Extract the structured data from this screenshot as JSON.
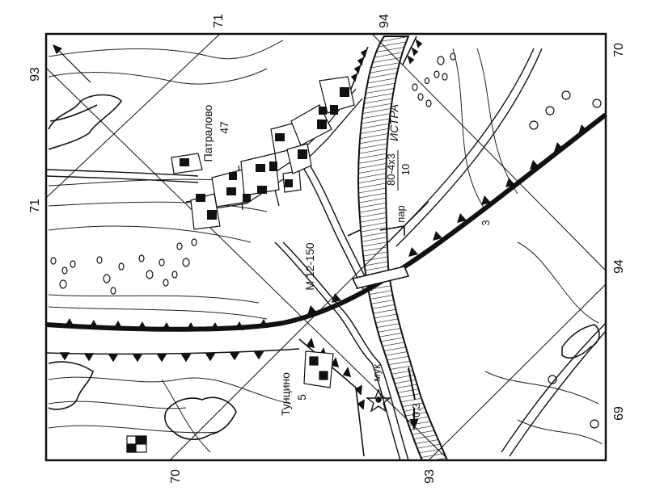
{
  "map": {
    "grid_labels": {
      "top_left_93": "93",
      "top_71": "71",
      "top_94": "94",
      "top_right_70": "70",
      "left_71": "71",
      "bottom_70": "70",
      "bottom_93": "93",
      "right_94": "94",
      "bottom_right_69": "69"
    },
    "labels": {
      "village_north": "Патралово",
      "village_north_houses": "47",
      "village_south": "Тунцино",
      "village_south_houses": "5",
      "road": "М 12-150",
      "river": "ИСТРА",
      "ferry": "пар",
      "ferry_spec": "80-4х3",
      "ferry_capacity": "10",
      "railway_tracks": "3",
      "mill": "мук.",
      "current_speed": "0,3"
    },
    "colors": {
      "ink": "#111111",
      "paper": "#ffffff"
    }
  }
}
